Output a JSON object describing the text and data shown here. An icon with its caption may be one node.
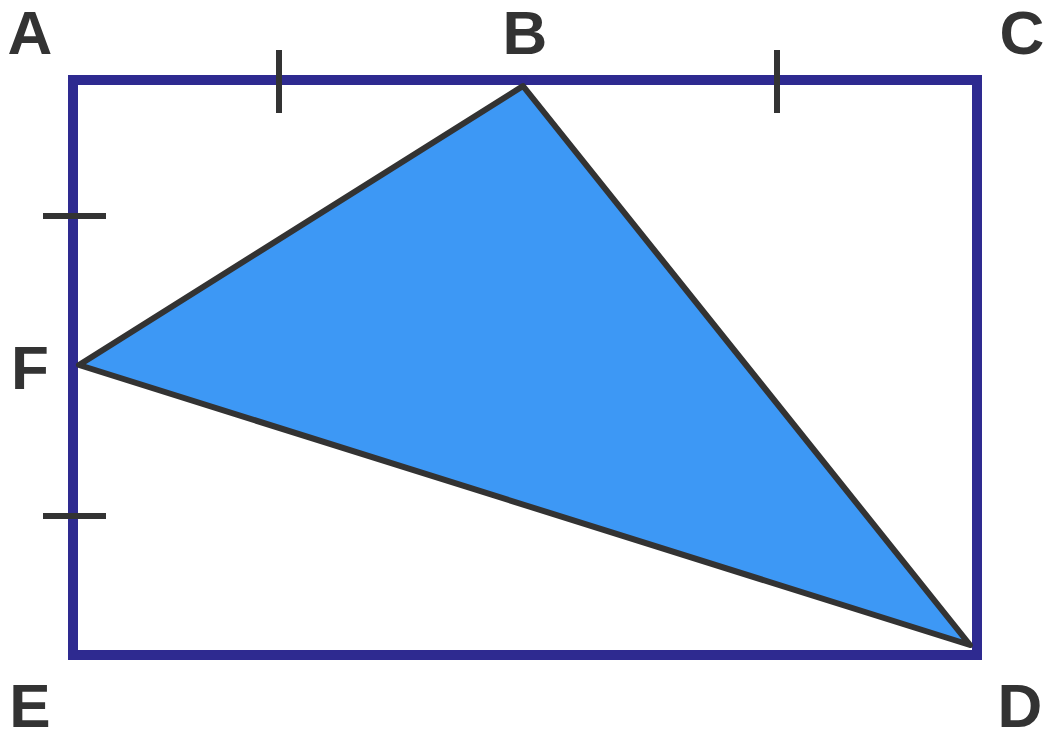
{
  "diagram": {
    "labels": [
      "A",
      "B",
      "C",
      "F",
      "E",
      "D"
    ]
  }
}
